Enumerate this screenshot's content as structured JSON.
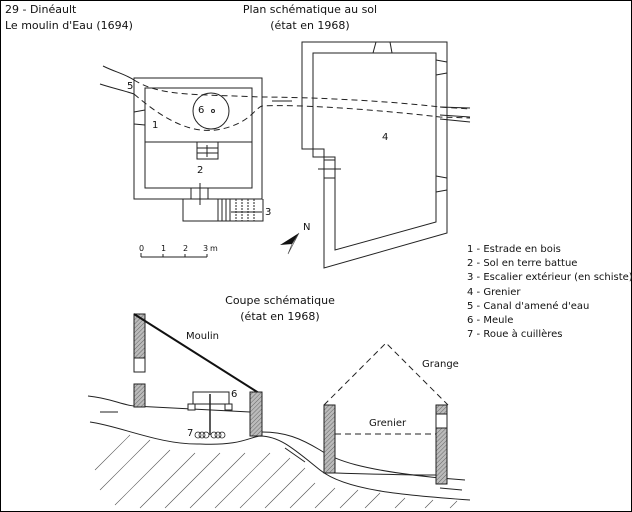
{
  "header": {
    "site": "29 - Dinéault",
    "title": "Le moulin d'Eau (1694)"
  },
  "plan": {
    "title": "Plan schématique au sol",
    "subtitle": "(état en 1968)",
    "labels": {
      "l1": "1",
      "l2": "2",
      "l3": "3",
      "l4": "4",
      "l5": "5",
      "l6": "6"
    },
    "scale": {
      "ticks": [
        "0",
        "1",
        "2",
        "3"
      ],
      "unit": "m"
    },
    "north": "N"
  },
  "section": {
    "title": "Coupe schématique",
    "subtitle": "(état en 1968)",
    "moulin": "Moulin",
    "grange": "Grange",
    "grenier": "Grenier",
    "l6": "6",
    "l7": "7"
  },
  "legend": [
    "1 - Estrade en bois",
    "2 - Sol en terre battue",
    "3 - Escalier extérieur (en schiste)",
    "4 - Grenier",
    "5 - Canal d'amené d'eau",
    "6 - Meule",
    "7 - Roue à cuillères"
  ]
}
